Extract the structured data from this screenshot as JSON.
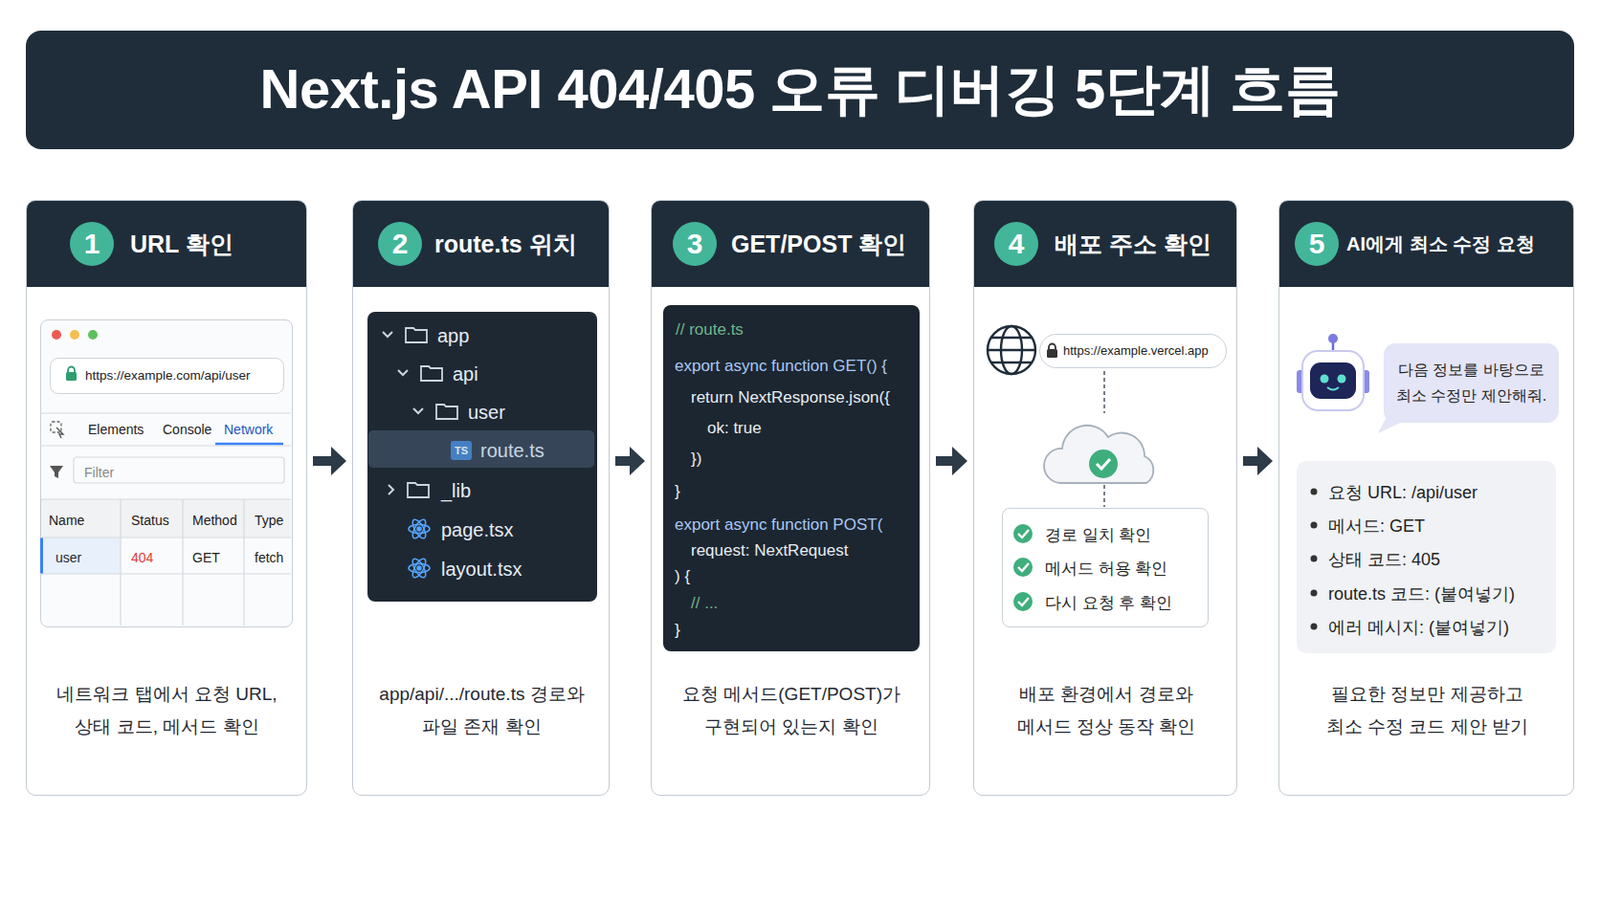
{
  "diagram": {
    "title": "Next.js API 404/405 오류 디버깅 5단계 흐름",
    "nodes": [
      {
        "text": [
          "URL 확인",
          "네트워크 탭에서 요청 URL, 상태 코드, 메서드 확인"
        ]
      },
      {
        "text": [
          "1"
        ],
        "in": 0
      },
      {
        "text": [
          "Elements",
          "Console",
          "Network",
          "Filter",
          "Name",
          "Status",
          "Method",
          "Type",
          "user",
          "404",
          "GET",
          "fetch"
        ],
        "in": 0
      },
      {
        "text": [
          "https://example.com/api/user"
        ],
        "in": 2
      },
      {
        "text": [
          "route.ts 위치",
          "app/api/.../route.ts 경로와 파일 존재 확인"
        ]
      },
      {
        "text": [
          "2"
        ],
        "in": 4
      },
      {
        "text": [
          "app",
          "api",
          "user",
          "TS",
          "route.ts",
          "_lib",
          "page.tsx",
          "layout.tsx"
        ],
        "in": 4
      },
      {
        "text": [
          "GET/POST 확인",
          "요청 메서드(GET/POST)가 구현되어 있는지 확인"
        ]
      },
      {
        "text": [
          "3"
        ],
        "in": 7
      },
      {
        "text": [
          "// route.ts",
          "export async function GET() {",
          "return NextResponse.json({",
          "ok: true",
          "})",
          "}",
          "export async function POST(",
          "request: NextRequest",
          ") {",
          "// ...",
          "}"
        ],
        "in": 7
      },
      {
        "text": [
          "배포 주소 확인",
          "배포 환경에서 경로와 메서드 정상 동작 확인"
        ]
      },
      {
        "text": [
          "4"
        ],
        "in": 10
      },
      {
        "text": [
          "https://example.vercel.app"
        ],
        "in": 10
      },
      {
        "text": [
          "경로 일치 확인",
          "메서드 허용 확인",
          "다시 요청 후 확인"
        ],
        "in": 10
      },
      {
        "text": [
          "AI에게 최소 수정 요청",
          "필요한 정보만 제공하고 최소 수정 코드 제안 받기"
        ]
      },
      {
        "text": [
          "5"
        ],
        "in": 14
      },
      {
        "text": [
          "다음 정보를 바탕으로 최소 수정만 제안해줘."
        ],
        "in": 14
      },
      {
        "text": [
          "요청 URL: /api/user",
          "메서드: GET",
          "상태 코드: 405",
          "route.ts 코드: (붙여넣기)",
          "에러 메시지: (붙여넣기)"
        ],
        "in": 14
      }
    ],
    "edges": [
      {
        "from": 0,
        "to": 4,
        "arrow": "to"
      },
      {
        "from": 4,
        "to": 7,
        "arrow": "to"
      },
      {
        "from": 7,
        "to": 10,
        "arrow": "to"
      },
      {
        "from": 10,
        "to": 14,
        "arrow": "to"
      }
    ]
  }
}
